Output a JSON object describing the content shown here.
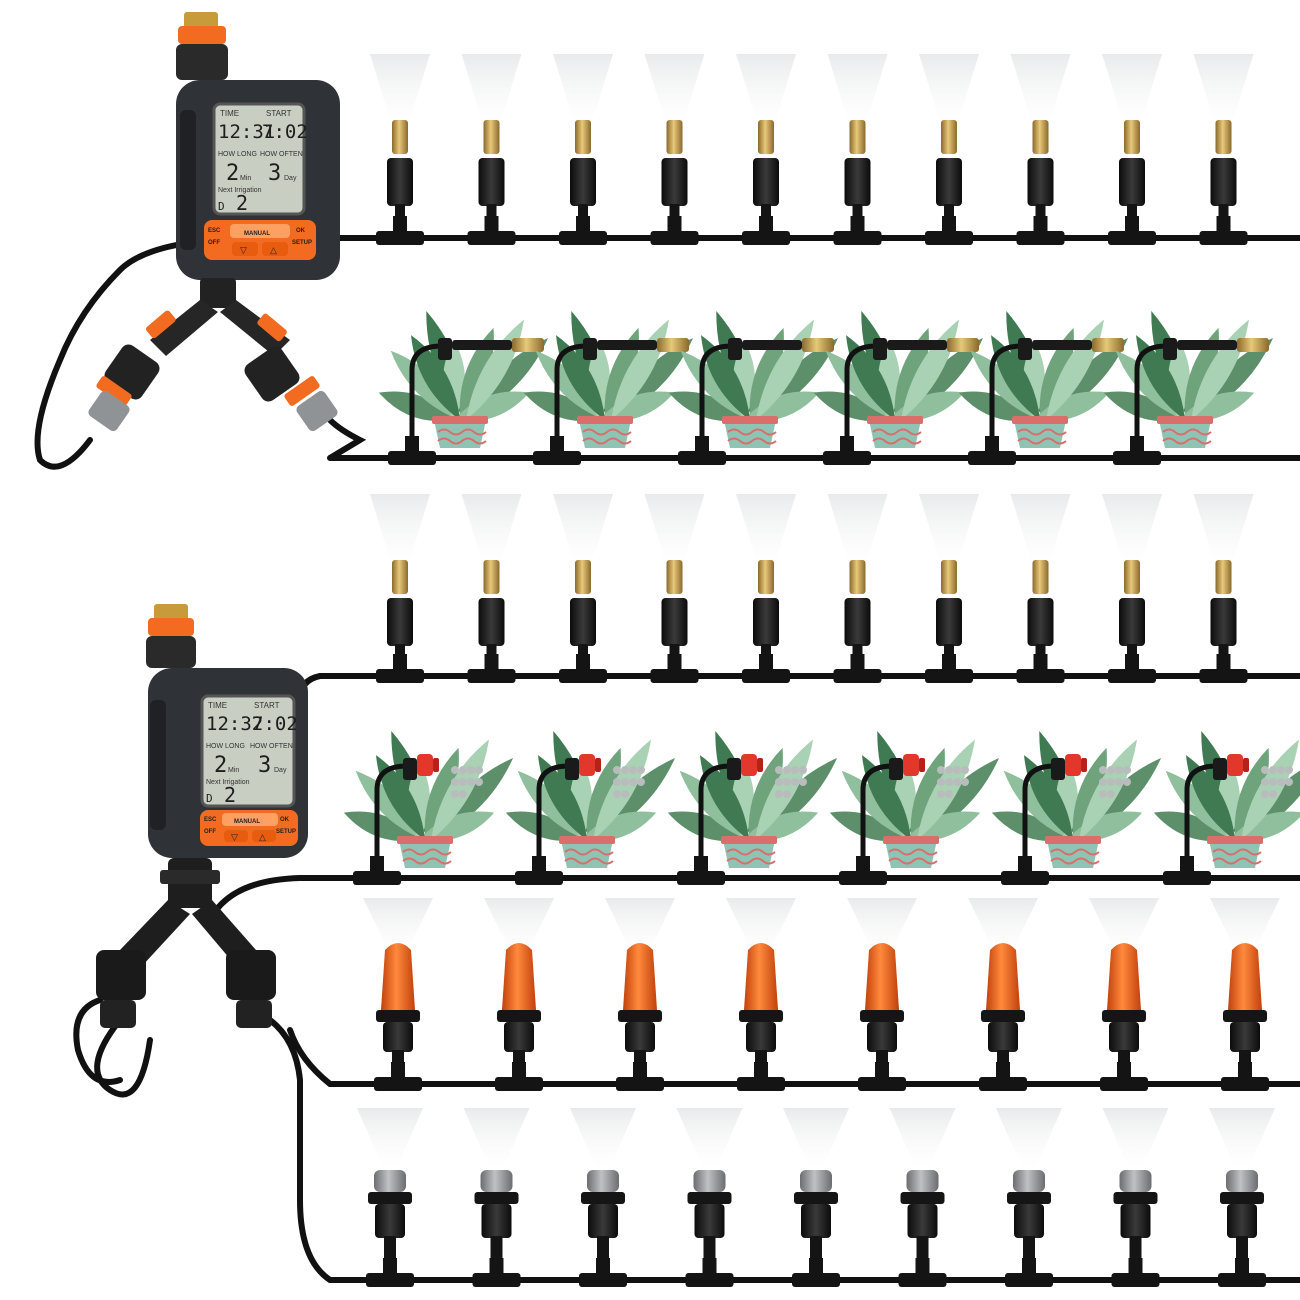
{
  "accent": "#f26b21",
  "hose_color": "#111111",
  "timer_body_color": "#2f3236",
  "lcd_color": "#c9cec2",
  "timers": [
    {
      "time_label": "TIME",
      "start_label": "START",
      "time": "12:31",
      "start": "7:02",
      "how_long_label": "HOW LONG",
      "how_often_label": "HOW OFTEN",
      "how_long": "2",
      "how_long_unit": "Min",
      "how_often": "3",
      "how_often_unit": "Day",
      "next_label": "Next Irrigation",
      "next_d": "D",
      "next_value": "2",
      "esc_label": "ESC",
      "off_label": "OFF",
      "manual_label": "MANUAL",
      "ok_label": "OK",
      "setup_label": "SETUP"
    },
    {
      "time_label": "TIME",
      "start_label": "START",
      "time": "12:32",
      "start": "7:02",
      "how_long_label": "HOW LONG",
      "how_often_label": "HOW OFTEN",
      "how_long": "2",
      "how_long_unit": "Min",
      "how_often": "3",
      "how_often_unit": "Day",
      "next_label": "Next Irrigation",
      "next_d": "D",
      "next_value": "2",
      "esc_label": "ESC",
      "off_label": "OFF",
      "manual_label": "MANUAL",
      "ok_label": "OK",
      "setup_label": "SETUP"
    }
  ],
  "rows": [
    {
      "name": "brass-mist-nozzles-top",
      "nozzle": "brass",
      "count": 10
    },
    {
      "name": "potted-plants-brass-nozzles",
      "nozzle": "plant-brass",
      "count": 6
    },
    {
      "name": "brass-mist-nozzles-middle",
      "nozzle": "brass",
      "count": 10
    },
    {
      "name": "potted-plants-red-drippers",
      "nozzle": "plant-red",
      "count": 6
    },
    {
      "name": "orange-mist-nozzles",
      "nozzle": "orange",
      "count": 8
    },
    {
      "name": "grey-mist-nozzles",
      "nozzle": "grey",
      "count": 9
    }
  ]
}
